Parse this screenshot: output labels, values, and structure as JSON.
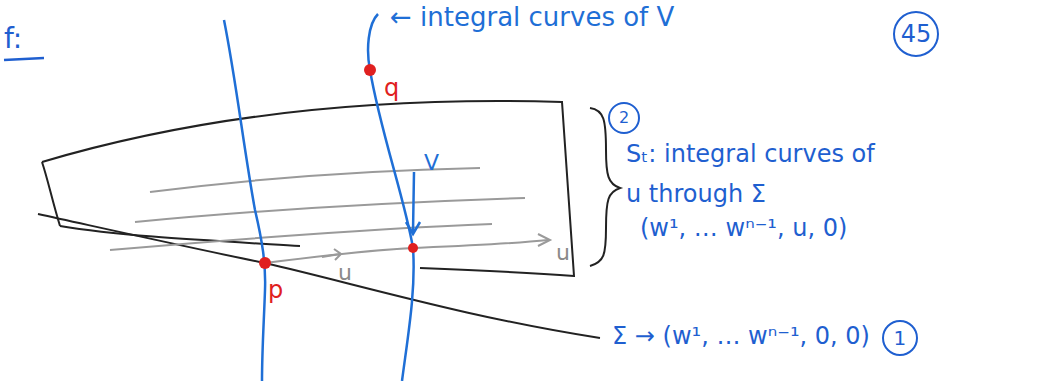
{
  "diagram": {
    "nodes": [
      {
        "text": [
          "45"
        ]
      },
      {
        "text": [
          "2"
        ]
      },
      {
        "text": [
          "1"
        ]
      }
    ],
    "labels": [
      "f:",
      "← integral curves of V",
      "q",
      "V",
      "p",
      "u",
      "u",
      "Sₜ: integral curves of u through Σ",
      "(w¹, … wⁿ⁻¹, u, 0)",
      "Σ → (w¹, … wⁿ⁻¹, 0, 0)"
    ]
  }
}
